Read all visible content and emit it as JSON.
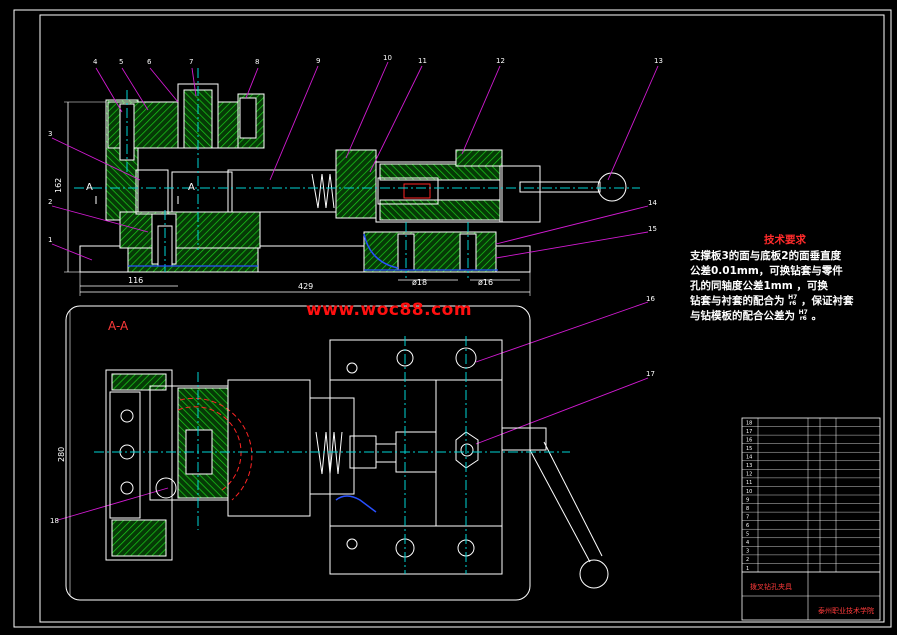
{
  "callouts_top": [
    "4",
    "5",
    "6",
    "7",
    "8",
    "9",
    "10",
    "11",
    "12",
    "13"
  ],
  "callouts_left": [
    "3",
    "2",
    "1"
  ],
  "callouts_right": [
    "14",
    "15",
    "16",
    "17"
  ],
  "callout_18": "18",
  "section_marker": "A",
  "section_title": "A-A",
  "dims": {
    "height_162": "162",
    "len_116": "116",
    "len_429": "429",
    "height_280": "280",
    "fit1": "ø18",
    "fit2": "ø16"
  },
  "watermark": "www.woc88.com",
  "tech": {
    "title": "技术要求",
    "line1": "支撑板3的面与底板2的面垂直度",
    "line2": "公差0.01mm，可换钻套与零件",
    "line3": "孔的同轴度公差1mm  ，可换",
    "line4a": "钻套与衬套的配合为",
    "frac1_top": "H7",
    "frac1_bot": "r6",
    "line4b": "，保证衬套",
    "line5a": "与钻模板的配合公差为",
    "frac2_top": "H7",
    "frac2_bot": "r6",
    "line5b": "。"
  },
  "title_block": {
    "row_numbers": [
      "18",
      "17",
      "16",
      "15",
      "14",
      "13",
      "12",
      "11",
      "10",
      "9",
      "8",
      "7",
      "6",
      "5",
      "4",
      "3",
      "2",
      "1"
    ],
    "drawing_name": "拨叉钻孔夹具",
    "school": "泰州职业技术学院"
  },
  "colors": {
    "outline": "#ffffff",
    "hatch": "#16c816",
    "centerline": "#00d4d4",
    "leader": "#d21ad2",
    "hidden": "#ff2424",
    "blue": "#2850ff",
    "accent": "#ff2424"
  }
}
